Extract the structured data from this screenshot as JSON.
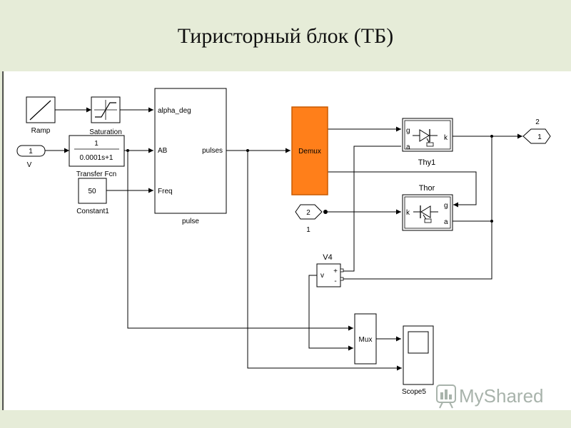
{
  "slide": {
    "title": "Тиристорный блок (ТБ)"
  },
  "blocks": {
    "ramp": "Ramp",
    "saturation": "Saturation",
    "transfer_num": "1",
    "transfer_den": "0.0001s+1",
    "transfer_label": "Transfer Fcn",
    "constant_value": "50",
    "constant_label": "Constant1",
    "pulse_in1": "alpha_deg",
    "pulse_in2": "AB",
    "pulse_in3": "Freq",
    "pulse_out": "pulses",
    "pulse_label": "pulse",
    "demux": "Demux",
    "thy1_g": "g",
    "thy1_a": "a",
    "thy1_k": "k",
    "thy1_label": "Thy1",
    "thor_label": "Thor",
    "thor_k": "k",
    "thor_g": "g",
    "thor_a": "a",
    "v4_label": "V4",
    "v4_v": "v",
    "v4_plus": "+",
    "v4_minus": "-",
    "mux": "Mux",
    "scope_label": "Scope5",
    "in_v_num": "1",
    "in_v_label": "V",
    "conn1_top": "2",
    "conn1_num": "1",
    "conn2_num": "2",
    "conn2_bottom": "1"
  },
  "watermark": {
    "text": "MyShared"
  },
  "colors": {
    "background": "#e6ecd8",
    "demux_fill": "#ff7f1a",
    "demux_stroke": "#c85a00"
  }
}
